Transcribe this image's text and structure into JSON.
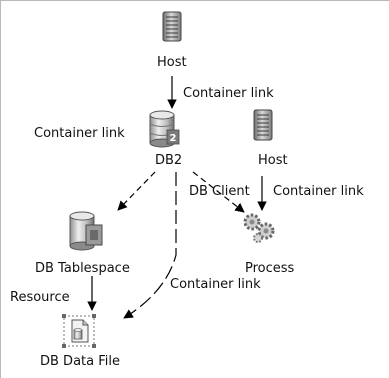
{
  "nodes": {
    "host_top": {
      "label": "Host",
      "type": "host",
      "icon": "server-icon"
    },
    "db2": {
      "label": "DB2",
      "type": "db2",
      "icon": "database-icon",
      "badge": "2"
    },
    "host_right": {
      "label": "Host",
      "type": "host",
      "icon": "server-icon"
    },
    "db_tablespace": {
      "label": "DB Tablespace",
      "type": "db-tablespace",
      "icon": "tablespace-icon"
    },
    "process": {
      "label": "Process",
      "type": "process",
      "icon": "gears-icon"
    },
    "db_data_file": {
      "label": "DB Data File",
      "type": "db-data-file",
      "icon": "data-file-icon",
      "selected": true
    }
  },
  "links": {
    "host_to_db2": "Container link",
    "db2_to_tablespace": "Container link",
    "db2_to_process": "DB Client",
    "host_to_process": "Container link",
    "db2_to_datafile": "Container link",
    "tablespace_to_datafile": "Resource"
  },
  "colors": {
    "icon_gray_light": "#e6e6e6",
    "icon_gray_mid": "#a6a6a6",
    "icon_gray_dark": "#5a5a5a",
    "edge": "#000000"
  }
}
